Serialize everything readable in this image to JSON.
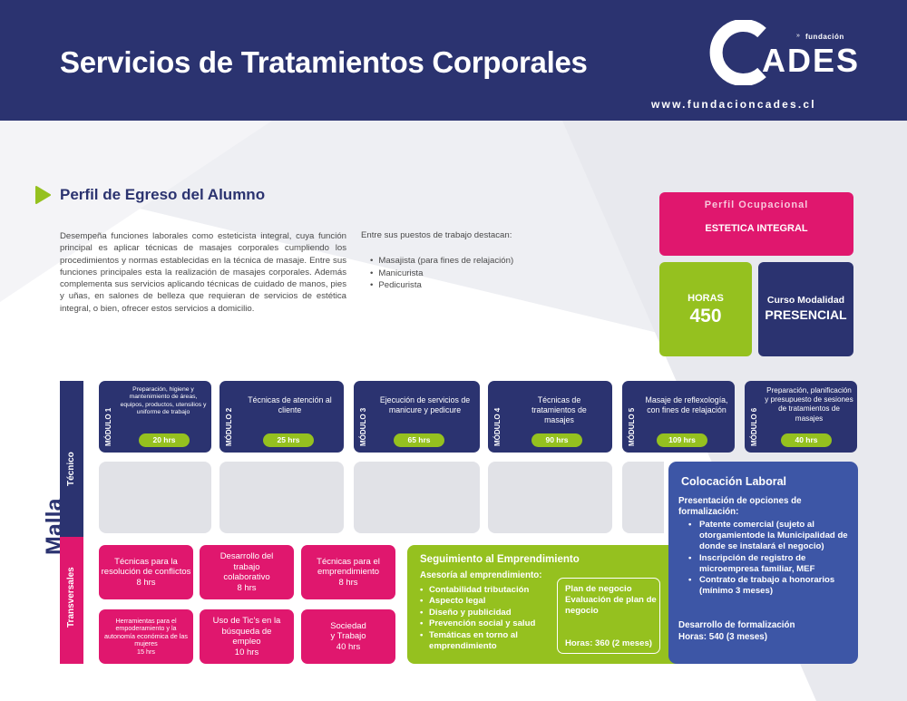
{
  "header": {
    "title": "Servicios de Tratamientos Corporales",
    "logo_fundacion": "fundación",
    "logo_brand": "ADES",
    "url": "www.fundacioncades.cl"
  },
  "perfil": {
    "title": "Perfil de Egreso del Alumno",
    "description": "Desempeña funciones laborales como esteticista integral, cuya función principal es aplicar técnicas de masajes corporales cumpliendo los procedimientos y normas establecidas en la técnica de masaje. Entre sus funciones principales esta la realización de masajes corporales. Además complementa sus servicios aplicando técnicas de cuidado de manos, pies y uñas, en salones de belleza que requieran de servicios de estética integral, o bien, ofrecer estos servicios a domicilio.",
    "jobs_intro": "Entre sus puestos de trabajo destacan:",
    "jobs": [
      "Masajista (para fines de relajación)",
      "Manicurista",
      "Pedicurista"
    ]
  },
  "ocupacional": {
    "title": "Perfil Ocupacional",
    "subtitle": "ESTETICA INTEGRAL",
    "horas_label": "HORAS",
    "horas_value": "450",
    "modalidad_label": "Curso Modalidad",
    "modalidad_value": "PRESENCIAL"
  },
  "malla": {
    "label": "Malla",
    "tecnico_label": "Técnico",
    "transversales_label": "Transversales",
    "modules": [
      {
        "num": "MÓDULO 1",
        "text": "Preparación, higiene y mantenimiento de áreas, equipos, productos, utensilios y uniforme de trabajo",
        "hrs": "20 hrs"
      },
      {
        "num": "MÓDULO 2",
        "text": "Técnicas de atención al cliente",
        "hrs": "25 hrs"
      },
      {
        "num": "MÓDULO 3",
        "text": "Ejecución de servicios de manicure y pedicure",
        "hrs": "65 hrs"
      },
      {
        "num": "MÓDULO 4",
        "text": "Técnicas de tratamientos de masajes",
        "hrs": "90 hrs"
      },
      {
        "num": "MÓDULO 5",
        "text": "Masaje de reflexología, con fines de relajación",
        "hrs": "109 hrs"
      },
      {
        "num": "MÓDULO 6",
        "text": "Preparación, planificación y presupuesto de sesiones de tratamientos de masajes",
        "hrs": "40 hrs"
      }
    ],
    "transversales": [
      {
        "text": "Técnicas para la resolución de conflictos",
        "hrs": "8 hrs"
      },
      {
        "text": "Desarrollo del trabajo colaborativo",
        "hrs": "8 hrs"
      },
      {
        "text": "Técnicas para el emprendimiento",
        "hrs": "8 hrs"
      },
      {
        "text": "Herramientas para el empoderamiento y la autonomía económica de las mujeres",
        "hrs": "15 hrs"
      },
      {
        "text": "Uso de Tic's en la búsqueda de empleo",
        "hrs": "10 hrs"
      },
      {
        "text": "Sociedad y Trabajo",
        "hrs": "40 hrs"
      }
    ]
  },
  "seguimiento": {
    "title": "Seguimiento al Emprendimiento",
    "subtitle": "Asesoría al emprendimiento:",
    "items": [
      "Contabilidad tributación",
      "Aspecto legal",
      "Diseño y publicidad",
      "Prevención social y salud",
      "Temáticas en torno al emprendimiento"
    ],
    "plan_line1": "Plan de negocio",
    "plan_line2": "Evaluación de plan de negocio",
    "plan_hours": "Horas: 360 (2 meses)"
  },
  "colocacion": {
    "title": "Colocación Laboral",
    "subtitle": "Presentación de opciones de formalización:",
    "items": [
      "Patente comercial (sujeto al otorgamientode la Municipalidad de donde se instalará el negocio)",
      "Inscripción de registro de microempresa familiar, MEF",
      "Contrato de trabajo a honorarios (mínimo 3 meses)"
    ],
    "foot1": "Desarrollo de formalización",
    "foot2": "Horas: 540 (3 meses)"
  },
  "colors": {
    "navy": "#2b3370",
    "magenta": "#e0176e",
    "green": "#95c11f",
    "blue": "#3d56a6",
    "grey": "#e1e2e7"
  }
}
